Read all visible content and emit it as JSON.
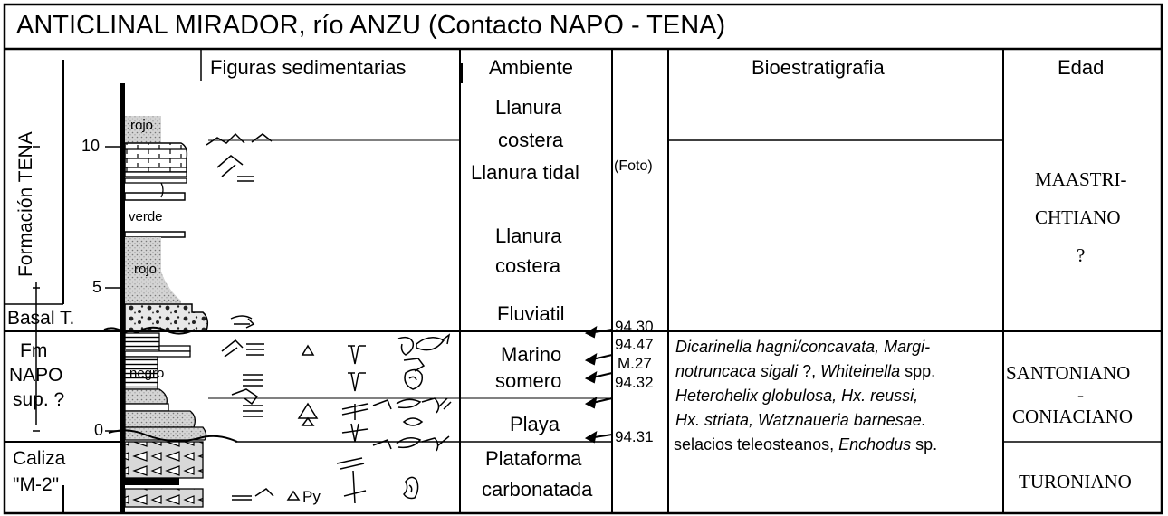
{
  "title": "ANTICLINAL MIRADOR, río ANZU (Contacto NAPO - TENA)",
  "headers": {
    "figuras": "Figuras sedimentarias",
    "ambiente": "Ambiente",
    "bioestratigrafia": "Bioestratigrafia",
    "edad": "Edad"
  },
  "formations": {
    "tena": "Formación TENA",
    "basal": "Basal T.",
    "napo_1": "Fm",
    "napo_2": "NAPO",
    "napo_3": "sup. ?",
    "caliza_1": "Caliza",
    "caliza_2": "\"M-2\""
  },
  "scale": {
    "s10": "10",
    "s5": "5",
    "s0": "0"
  },
  "lithology": {
    "rojo_top": "rojo",
    "verde": "verde",
    "rojo_mid": "rojo",
    "negro": "negro"
  },
  "figuras_symbols": {
    "py": "Py"
  },
  "ambiente": {
    "llanura_costera_1a": "Llanura",
    "llanura_costera_1b": "costera",
    "llanura_tidal": "Llanura tidal",
    "llanura_costera_2a": "Llanura",
    "llanura_costera_2b": "costera",
    "fluviatil": "Fluviatil",
    "marino_a": "Marino",
    "marino_b": "somero",
    "playa": "Playa",
    "plataforma_a": "Plataforma",
    "plataforma_b": "carbonatada"
  },
  "foto": "(Foto)",
  "samples": [
    "94.30",
    "94.47",
    "M.27",
    "94.32",
    "94.31"
  ],
  "bio": {
    "line1_italic": "Dicarinella hagni/concavata, Margi-",
    "line2_italic_a": "notruncaca sigali",
    "line2_plain_a": " ?, ",
    "line2_italic_b": "Whiteinella",
    "line2_plain_b": " spp.",
    "line3_italic": "Heterohelix globulosa, Hx. reussi,",
    "line4_italic": "Hx. striata, Watznaueria barnesae.",
    "line5_plain": "selacios teleosteanos, ",
    "line5_italic": "Enchodus",
    "line5_plain_b": " sp."
  },
  "edad": {
    "maas_1": "MAASTRI-",
    "maas_2": "CHTIANO",
    "maas_3": "?",
    "santoniano": "SANTONIANO",
    "dash": "-",
    "coniaciano": "CONIACIANO",
    "turoniano": "TURONIANO"
  }
}
